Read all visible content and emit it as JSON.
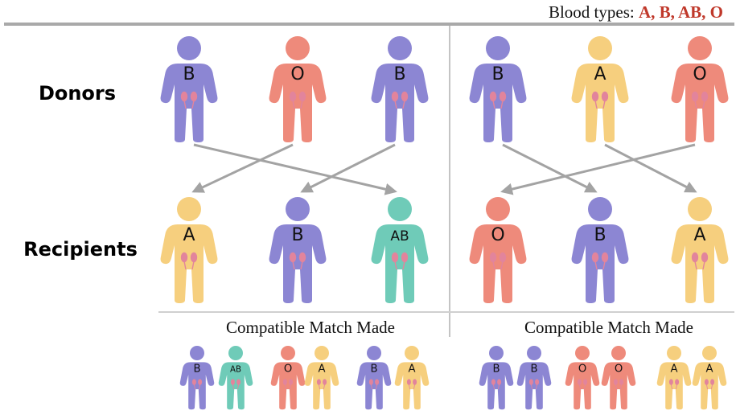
{
  "legend": {
    "prefix": "Blood types: ",
    "types": "A, B, AB, O",
    "accent_color": "#c0392b"
  },
  "rows": {
    "donors_label": "Donors",
    "recipients_label": "Recipients"
  },
  "colors": {
    "A": "#f6cf7e",
    "B": "#8c86d3",
    "O": "#ee8a7b",
    "AB": "#6fcbb8",
    "kidney": "#e2849c",
    "arrow": "#a3a3a3",
    "divider": "#a9a9a9",
    "divider_light": "#cfcfcf"
  },
  "groups": [
    {
      "donors": [
        "B",
        "O",
        "B"
      ],
      "recipients": [
        "A",
        "B",
        "AB"
      ],
      "arrows": [
        [
          0,
          2
        ],
        [
          1,
          0
        ],
        [
          2,
          1
        ]
      ],
      "match_label": "Compatible Match Made",
      "pairs": [
        [
          "B",
          "AB"
        ],
        [
          "O",
          "A"
        ],
        [
          "B",
          "A"
        ]
      ]
    },
    {
      "donors": [
        "B",
        "A",
        "O"
      ],
      "recipients": [
        "O",
        "B",
        "A"
      ],
      "arrows": [
        [
          0,
          1
        ],
        [
          1,
          2
        ],
        [
          2,
          0
        ]
      ],
      "match_label": "Compatible Match Made",
      "pairs": [
        [
          "B",
          "B"
        ],
        [
          "O",
          "O"
        ],
        [
          "A",
          "A"
        ]
      ]
    }
  ]
}
